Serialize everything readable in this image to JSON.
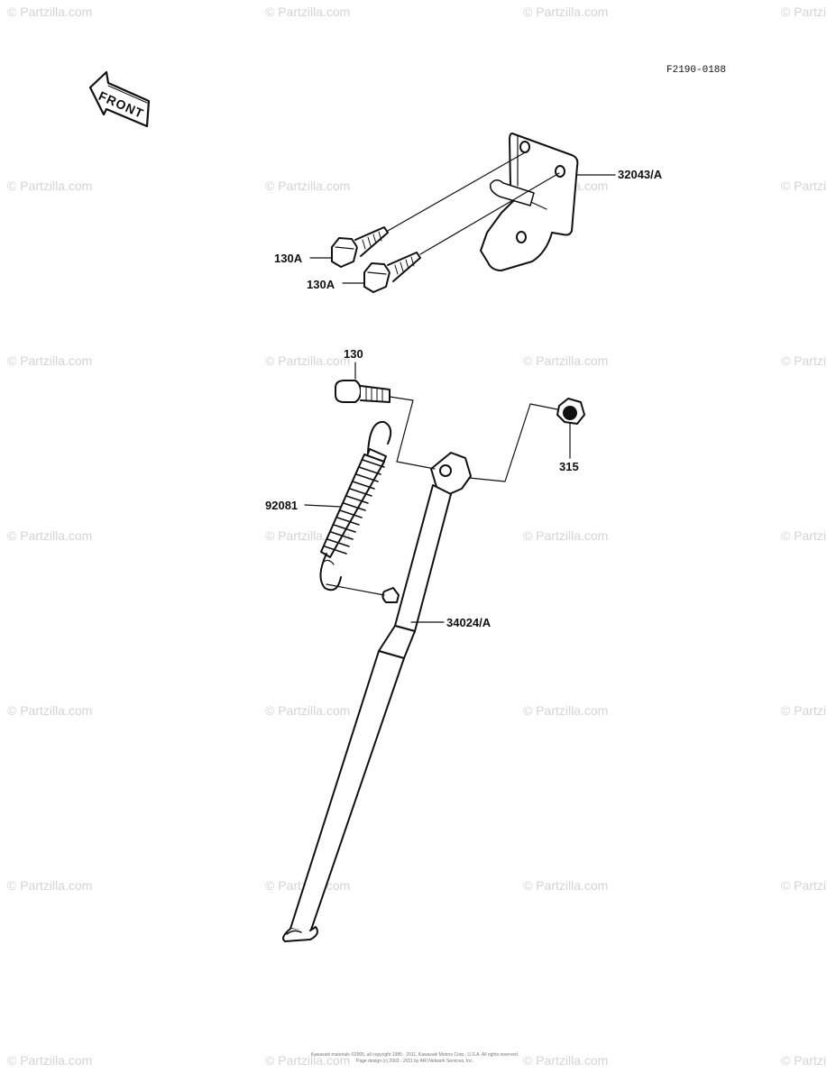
{
  "diagram": {
    "code": "F2190-0188",
    "front_label": "FRONT",
    "part_labels": {
      "bracket": "32043/A",
      "bolt_a1": "130A",
      "bolt_a2": "130A",
      "bolt": "130",
      "nut": "315",
      "spring": "92081",
      "stand": "34024/A"
    },
    "footer_line1": "Kawasaki materials ©2005, all copyright 1985 - 2011, Kawasaki Motors Corp., U.S.A. All rights reserved.",
    "footer_line2": "Page design (c) 2003 - 2011 by ARI Network Services, Inc."
  },
  "watermark": {
    "text": "© Partzilla.com",
    "color": "#d4d4d4"
  },
  "colors": {
    "ink": "#111111",
    "background": "#ffffff"
  }
}
